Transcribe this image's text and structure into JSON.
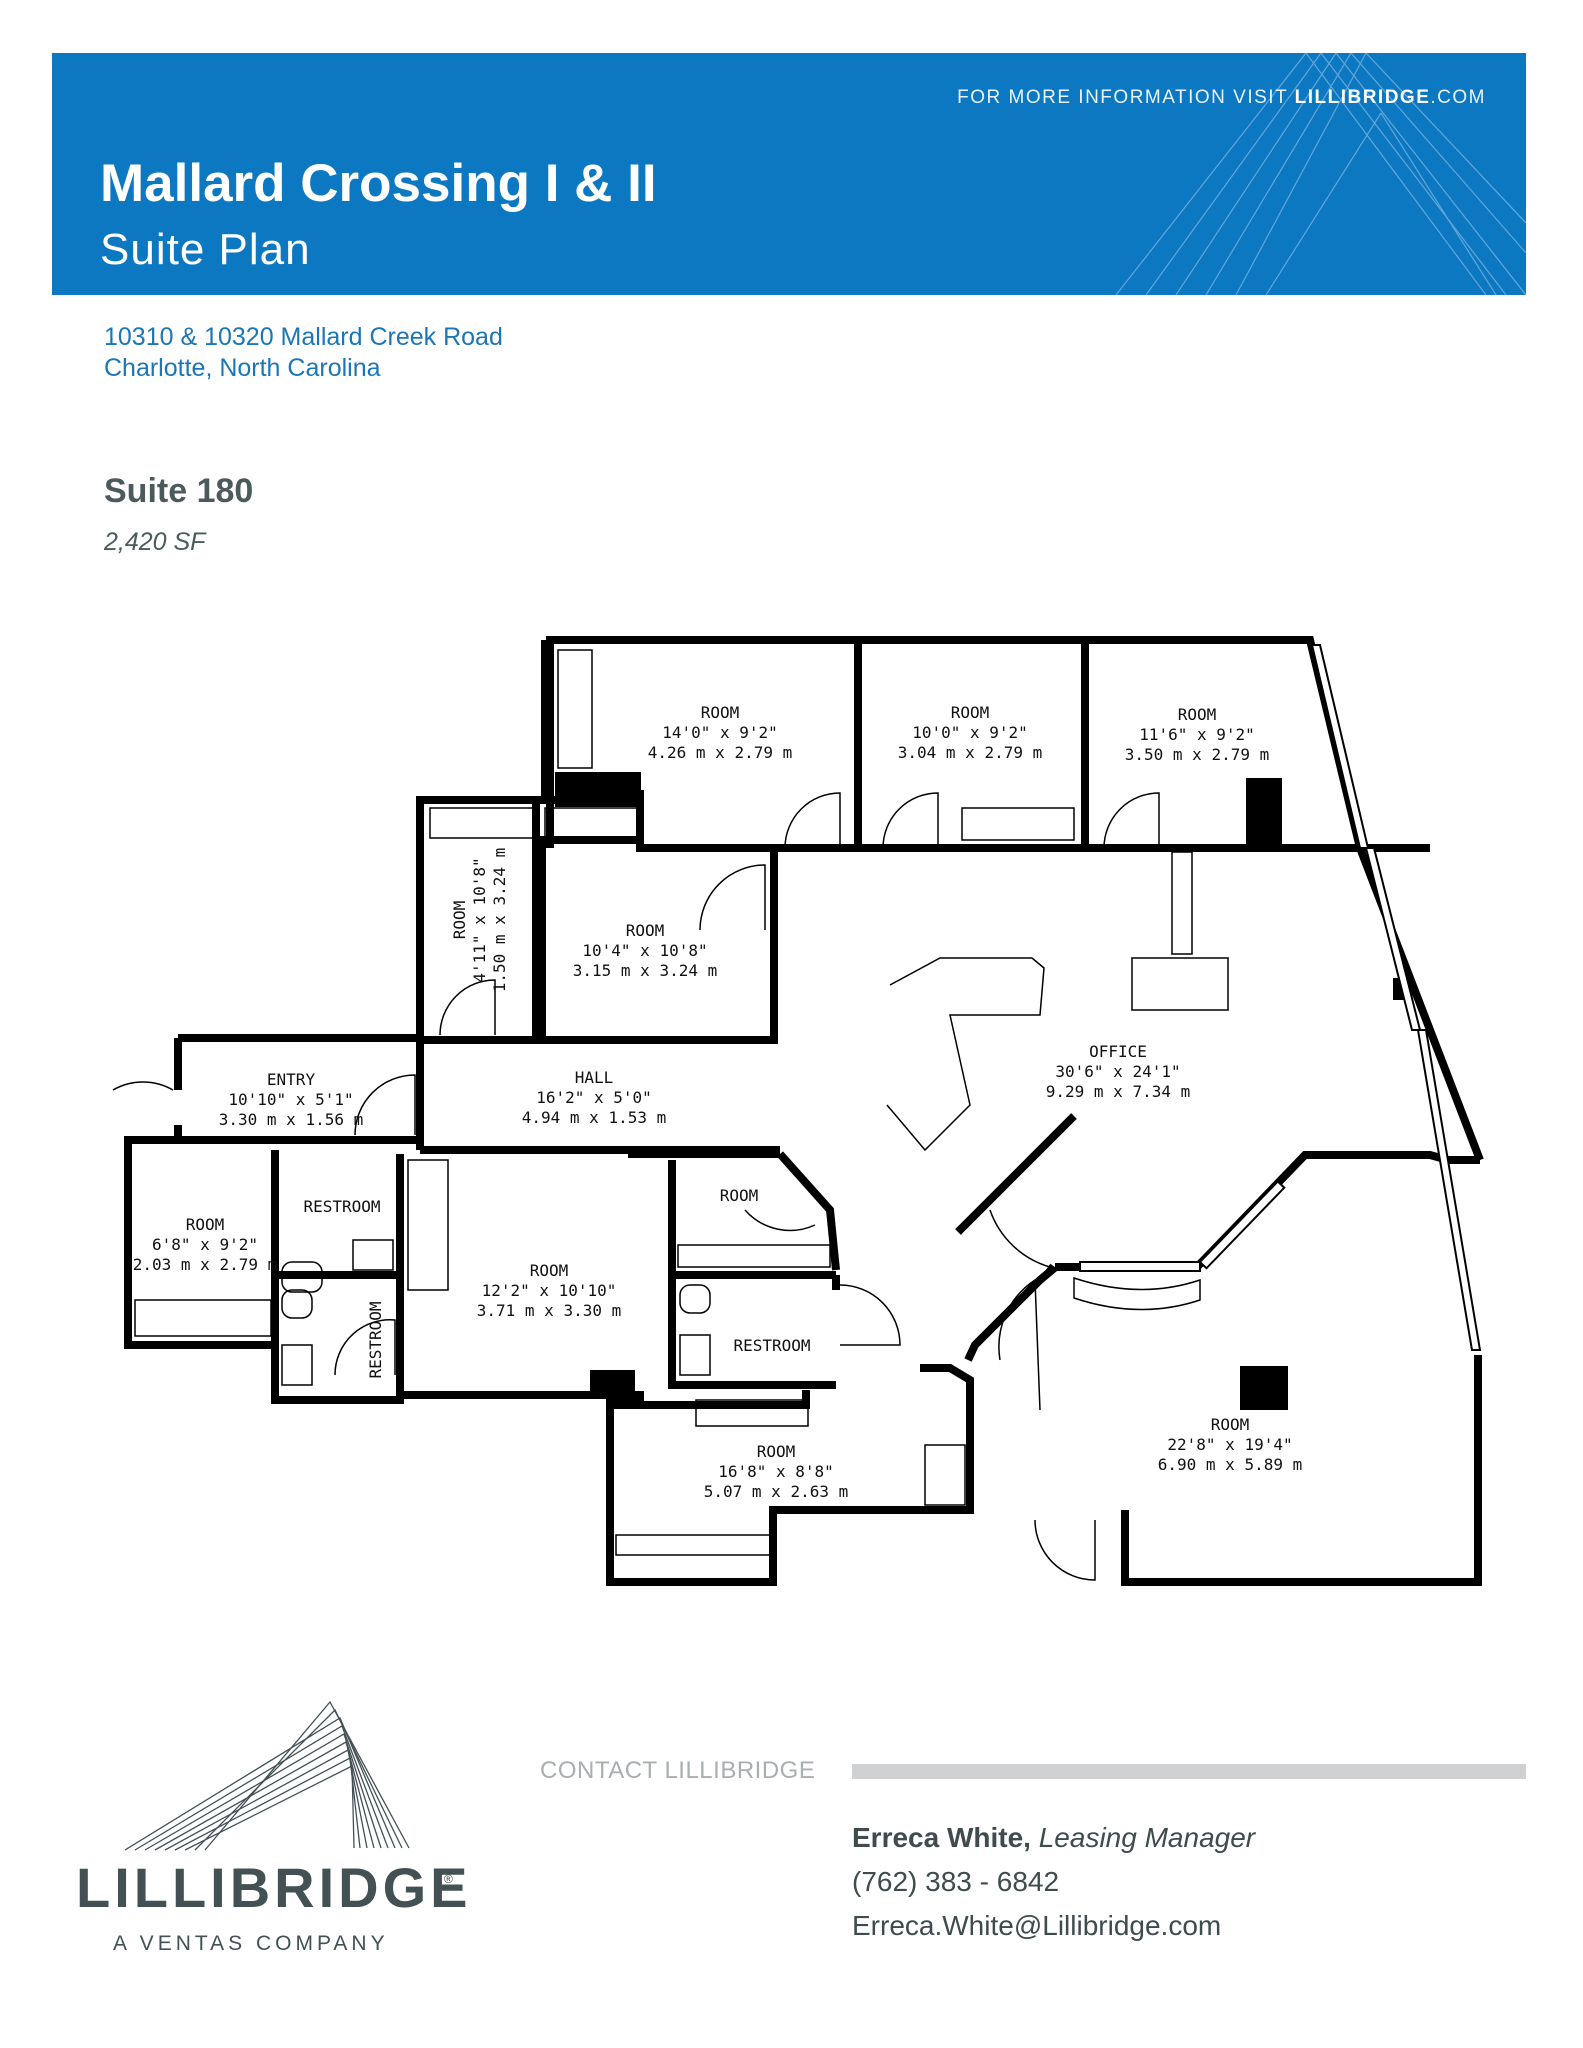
{
  "header": {
    "info_prefix": "FOR MORE INFORMATION VISIT ",
    "info_site": "LILLIBRIDGE",
    "info_suffix": ".COM",
    "title": "Mallard Crossing I & II",
    "subtitle": "Suite Plan"
  },
  "address": {
    "line1": "10310 & 10320 Mallard Creek Road",
    "line2": "Charlotte, North Carolina"
  },
  "suite": {
    "name": "Suite 180",
    "area": "2,420 SF"
  },
  "rooms": [
    {
      "label": "ROOM",
      "dim_ft": "14'0\" x 9'2\"",
      "dim_m": "4.26 m x 2.79 m"
    },
    {
      "label": "ROOM",
      "dim_ft": "10'0\" x 9'2\"",
      "dim_m": "3.04 m x 2.79 m"
    },
    {
      "label": "ROOM",
      "dim_ft": "11'6\" x 9'2\"",
      "dim_m": "3.50 m x 2.79 m"
    },
    {
      "label": "ROOM",
      "dim_ft": "4'11\" x 10'8\"",
      "dim_m": "1.50 m x 3.24 m"
    },
    {
      "label": "ROOM",
      "dim_ft": "10'4\" x 10'8\"",
      "dim_m": "3.15 m x 3.24 m"
    },
    {
      "label": "ENTRY",
      "dim_ft": "10'10\" x 5'1\"",
      "dim_m": "3.30 m x 1.56 m"
    },
    {
      "label": "HALL",
      "dim_ft": "16'2\" x 5'0\"",
      "dim_m": "4.94 m x 1.53 m"
    },
    {
      "label": "OFFICE",
      "dim_ft": "30'6\" x 24'1\"",
      "dim_m": "9.29 m x 7.34 m"
    },
    {
      "label": "ROOM",
      "dim_ft": "6'8\" x 9'2\"",
      "dim_m": "2.03 m x 2.79 m"
    },
    {
      "label": "RESTROOM",
      "dim_ft": "",
      "dim_m": ""
    },
    {
      "label": "ROOM",
      "dim_ft": "12'2\" x 10'10\"",
      "dim_m": "3.71 m x 3.30 m"
    },
    {
      "label": "ROOM",
      "dim_ft": "",
      "dim_m": ""
    },
    {
      "label": "RESTROOM",
      "dim_ft": "",
      "dim_m": ""
    },
    {
      "label": "RESTROOM",
      "dim_ft": "",
      "dim_m": ""
    },
    {
      "label": "ROOM",
      "dim_ft": "16'8\" x 8'8\"",
      "dim_m": "5.07 m x 2.63 m"
    },
    {
      "label": "ROOM",
      "dim_ft": "22'8\" x 19'4\"",
      "dim_m": "6.90 m x 5.89 m"
    }
  ],
  "contact": {
    "section_label": "CONTACT LILLIBRIDGE",
    "name": "Erreca White,",
    "role": "Leasing Manager",
    "phone": "(762) 383 - 6842",
    "email": "Erreca.White@Lillibridge.com"
  },
  "brand": {
    "name": "LILLIBRIDGE",
    "registered": "®",
    "tagline": "A VENTAS COMPANY"
  },
  "colors": {
    "banner": "#0c78c2",
    "address": "#1b75b9",
    "brand": "#435154",
    "walls": "#000000"
  }
}
